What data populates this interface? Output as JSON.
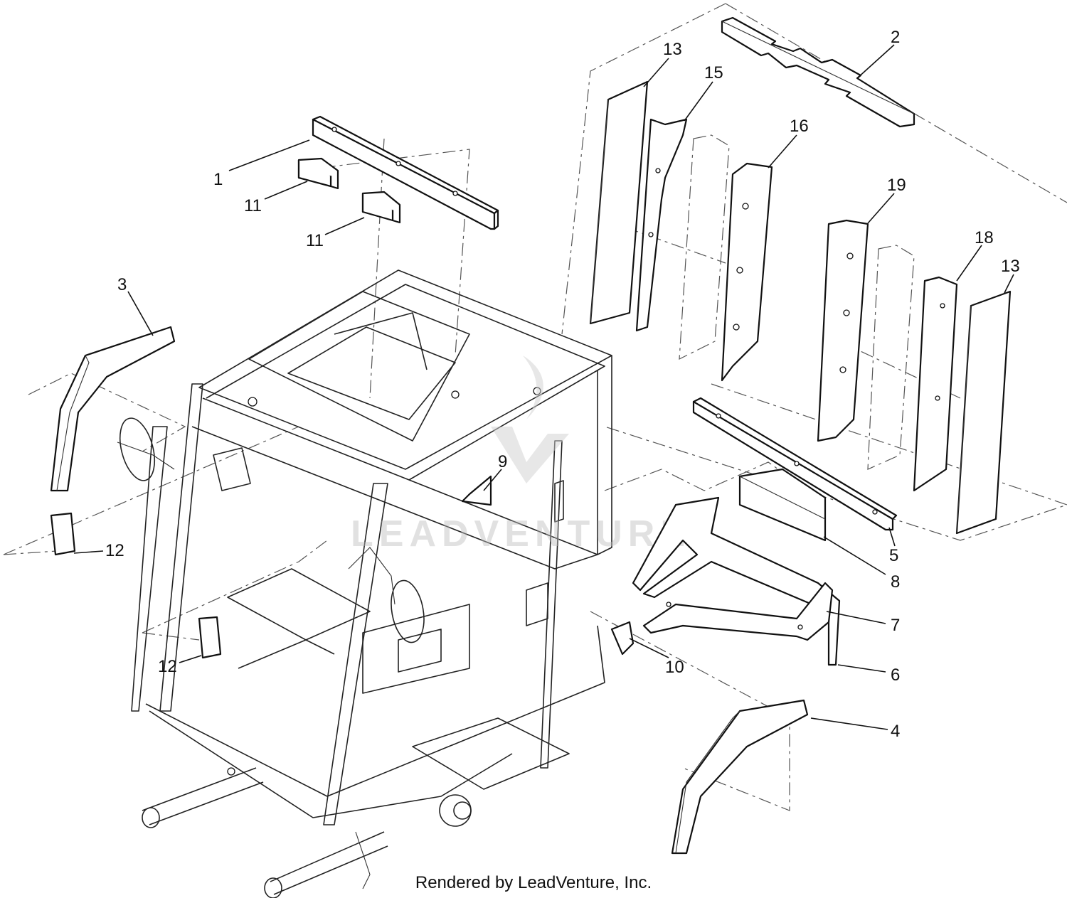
{
  "callouts": {
    "c1": "1",
    "c2": "2",
    "c3": "3",
    "c4": "4",
    "c5": "5",
    "c6": "6",
    "c7": "7",
    "c8": "8",
    "c9": "9",
    "c10": "10",
    "c11a": "11",
    "c11b": "11",
    "c12a": "12",
    "c12b": "12",
    "c13a": "13",
    "c13b": "13",
    "c15": "15",
    "c16": "16",
    "c18": "18",
    "c19": "19"
  },
  "watermark": {
    "text": "LEADVENTURE"
  },
  "footer": {
    "credit": "Rendered by LeadVenture, Inc."
  }
}
